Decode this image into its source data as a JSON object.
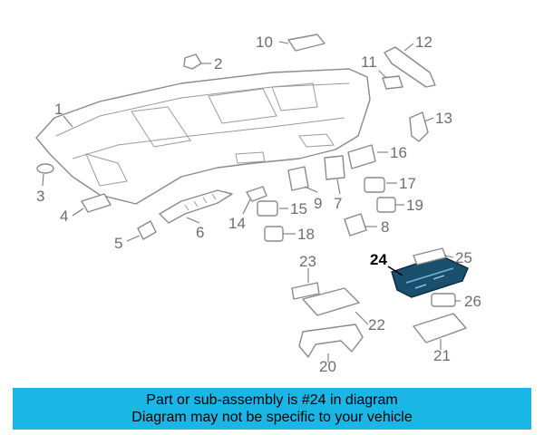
{
  "diagram": {
    "callouts": [
      "1",
      "2",
      "3",
      "4",
      "5",
      "6",
      "7",
      "8",
      "9",
      "10",
      "11",
      "12",
      "13",
      "14",
      "15",
      "16",
      "17",
      "18",
      "19",
      "20",
      "21",
      "22",
      "23",
      "24",
      "25",
      "26"
    ],
    "highlighted_part": "24",
    "highlight_color": "#1a4f6e",
    "banner_color": "#19b6e6"
  },
  "banner": {
    "line1": "Part or sub-assembly is #24 in diagram",
    "line2": "Diagram may not be specific to your vehicle"
  }
}
